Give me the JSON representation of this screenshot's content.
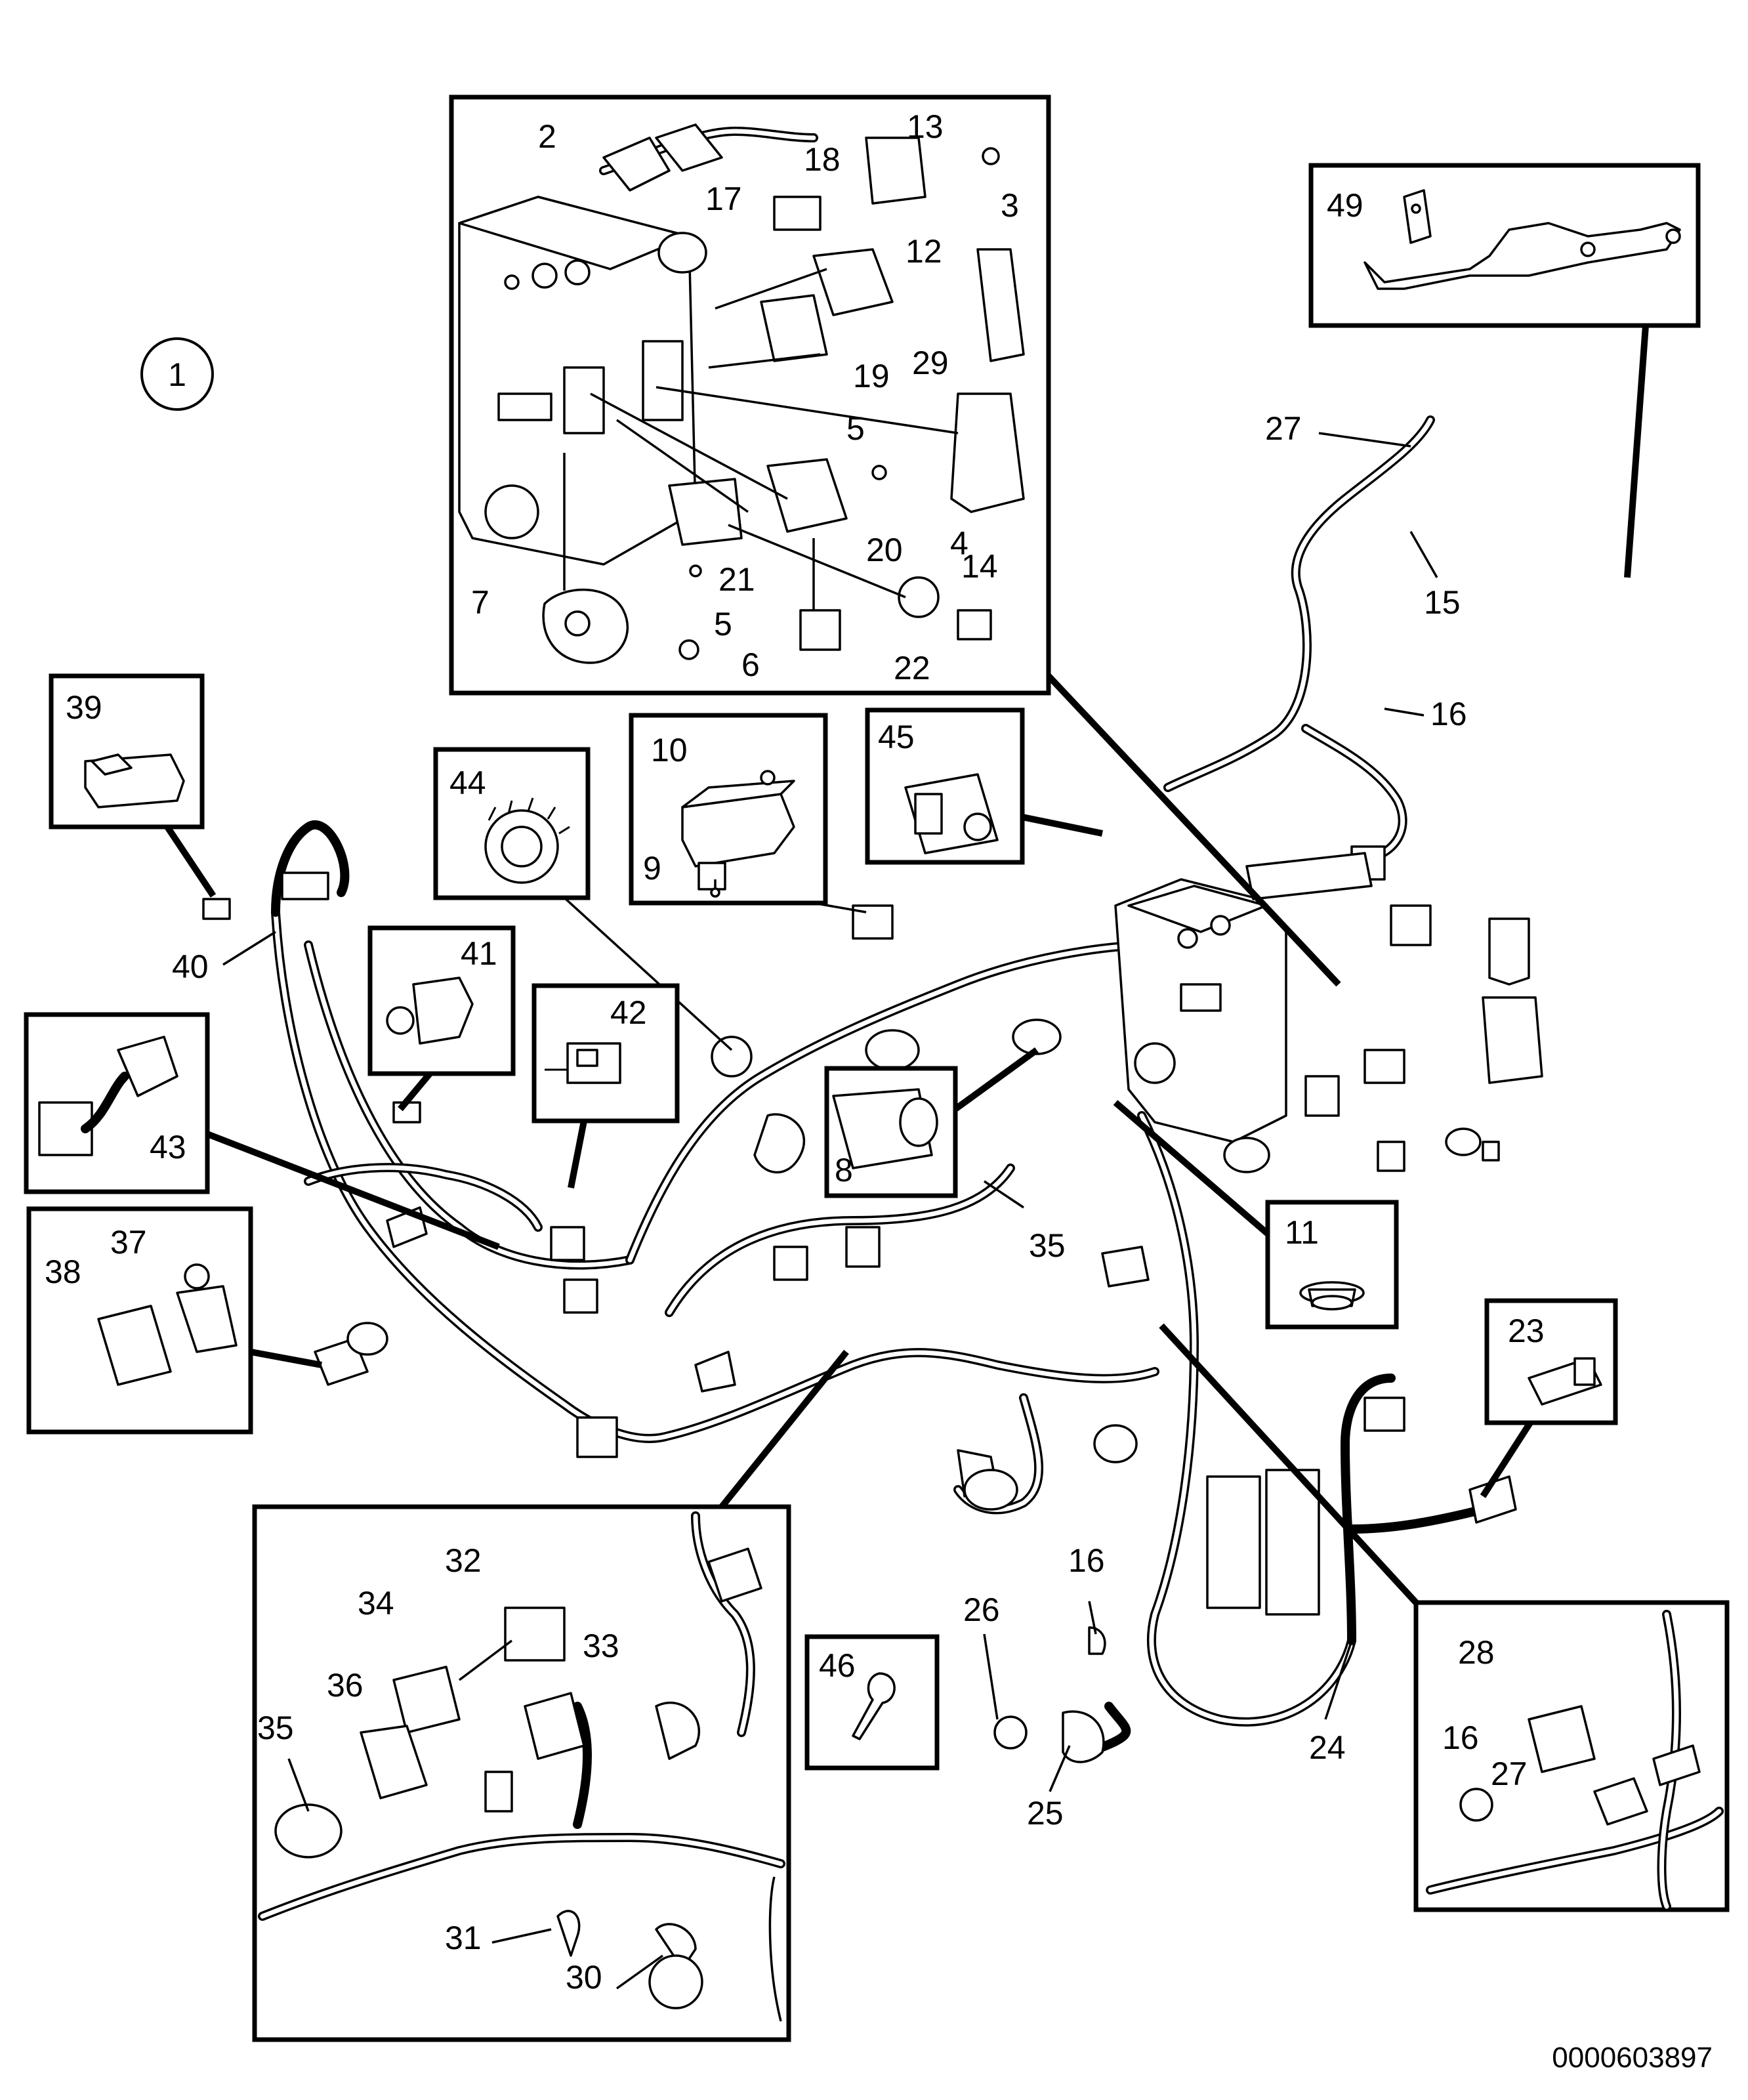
{
  "figure": {
    "view_number": "1",
    "image_code": "0000603897"
  },
  "callouts": {
    "c2": "2",
    "c3": "3",
    "c4": "4",
    "c5a": "5",
    "c5b": "5",
    "c6": "6",
    "c7": "7",
    "c8": "8",
    "c9": "9",
    "c10": "10",
    "c11": "11",
    "c12": "12",
    "c13": "13",
    "c14": "14",
    "c15": "15",
    "c16a": "16",
    "c16b": "16",
    "c16c": "16",
    "c17": "17",
    "c18": "18",
    "c19": "19",
    "c20": "20",
    "c21": "21",
    "c22": "22",
    "c23": "23",
    "c24": "24",
    "c25": "25",
    "c26": "26",
    "c27a": "27",
    "c27b": "27",
    "c28": "28",
    "c29": "29",
    "c30": "30",
    "c31": "31",
    "c32": "32",
    "c33": "33",
    "c34": "34",
    "c35a": "35",
    "c35b": "35",
    "c36": "36",
    "c37": "37",
    "c38": "38",
    "c39": "39",
    "c40": "40",
    "c41": "41",
    "c42": "42",
    "c43": "43",
    "c44": "44",
    "c45": "45",
    "c46": "46",
    "c49": "49"
  }
}
